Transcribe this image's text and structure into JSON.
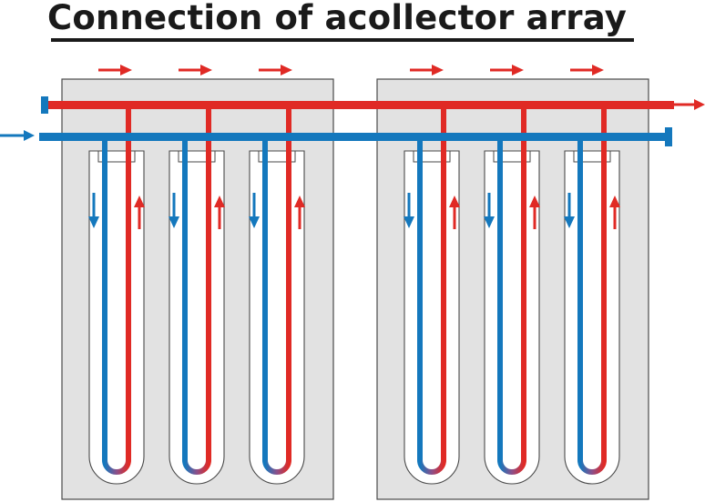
{
  "title": "Connection of acollector array",
  "colors": {
    "hot": "#e02a25",
    "cold": "#1478bd",
    "panel": "#e2e2e2",
    "outline": "#4a4a4a",
    "tube_fill": "#ffffff",
    "title": "#1a1a1a"
  },
  "collectors": [
    {
      "name": "collector-left",
      "tubes": 3
    },
    {
      "name": "collector-right",
      "tubes": 3
    }
  ],
  "flows": {
    "header_arrows": "right",
    "cold_inlet": "right",
    "hot_outlet": "right",
    "down_leg": "cold",
    "up_leg": "hot"
  }
}
